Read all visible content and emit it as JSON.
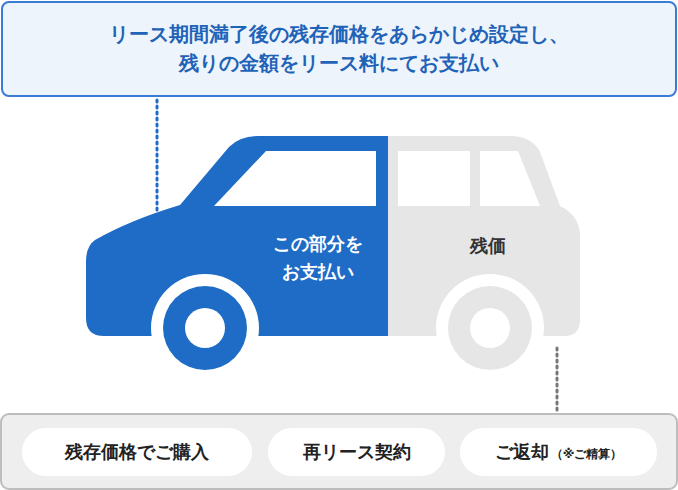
{
  "diagram": {
    "nodes": [
      {
        "text": [
          "リース期間満了後の残存価格をあらかじめ設定し、 残りの金額をリース料にてお支払い"
        ]
      },
      {
        "text": [
          "残存価格でご購入"
        ]
      },
      {
        "text": [
          "再リース契約"
        ]
      },
      {
        "text": [
          "ご返却",
          "（※ご精算）"
        ]
      }
    ],
    "labels": [
      "この部分を お支払い",
      "残価"
    ]
  }
}
